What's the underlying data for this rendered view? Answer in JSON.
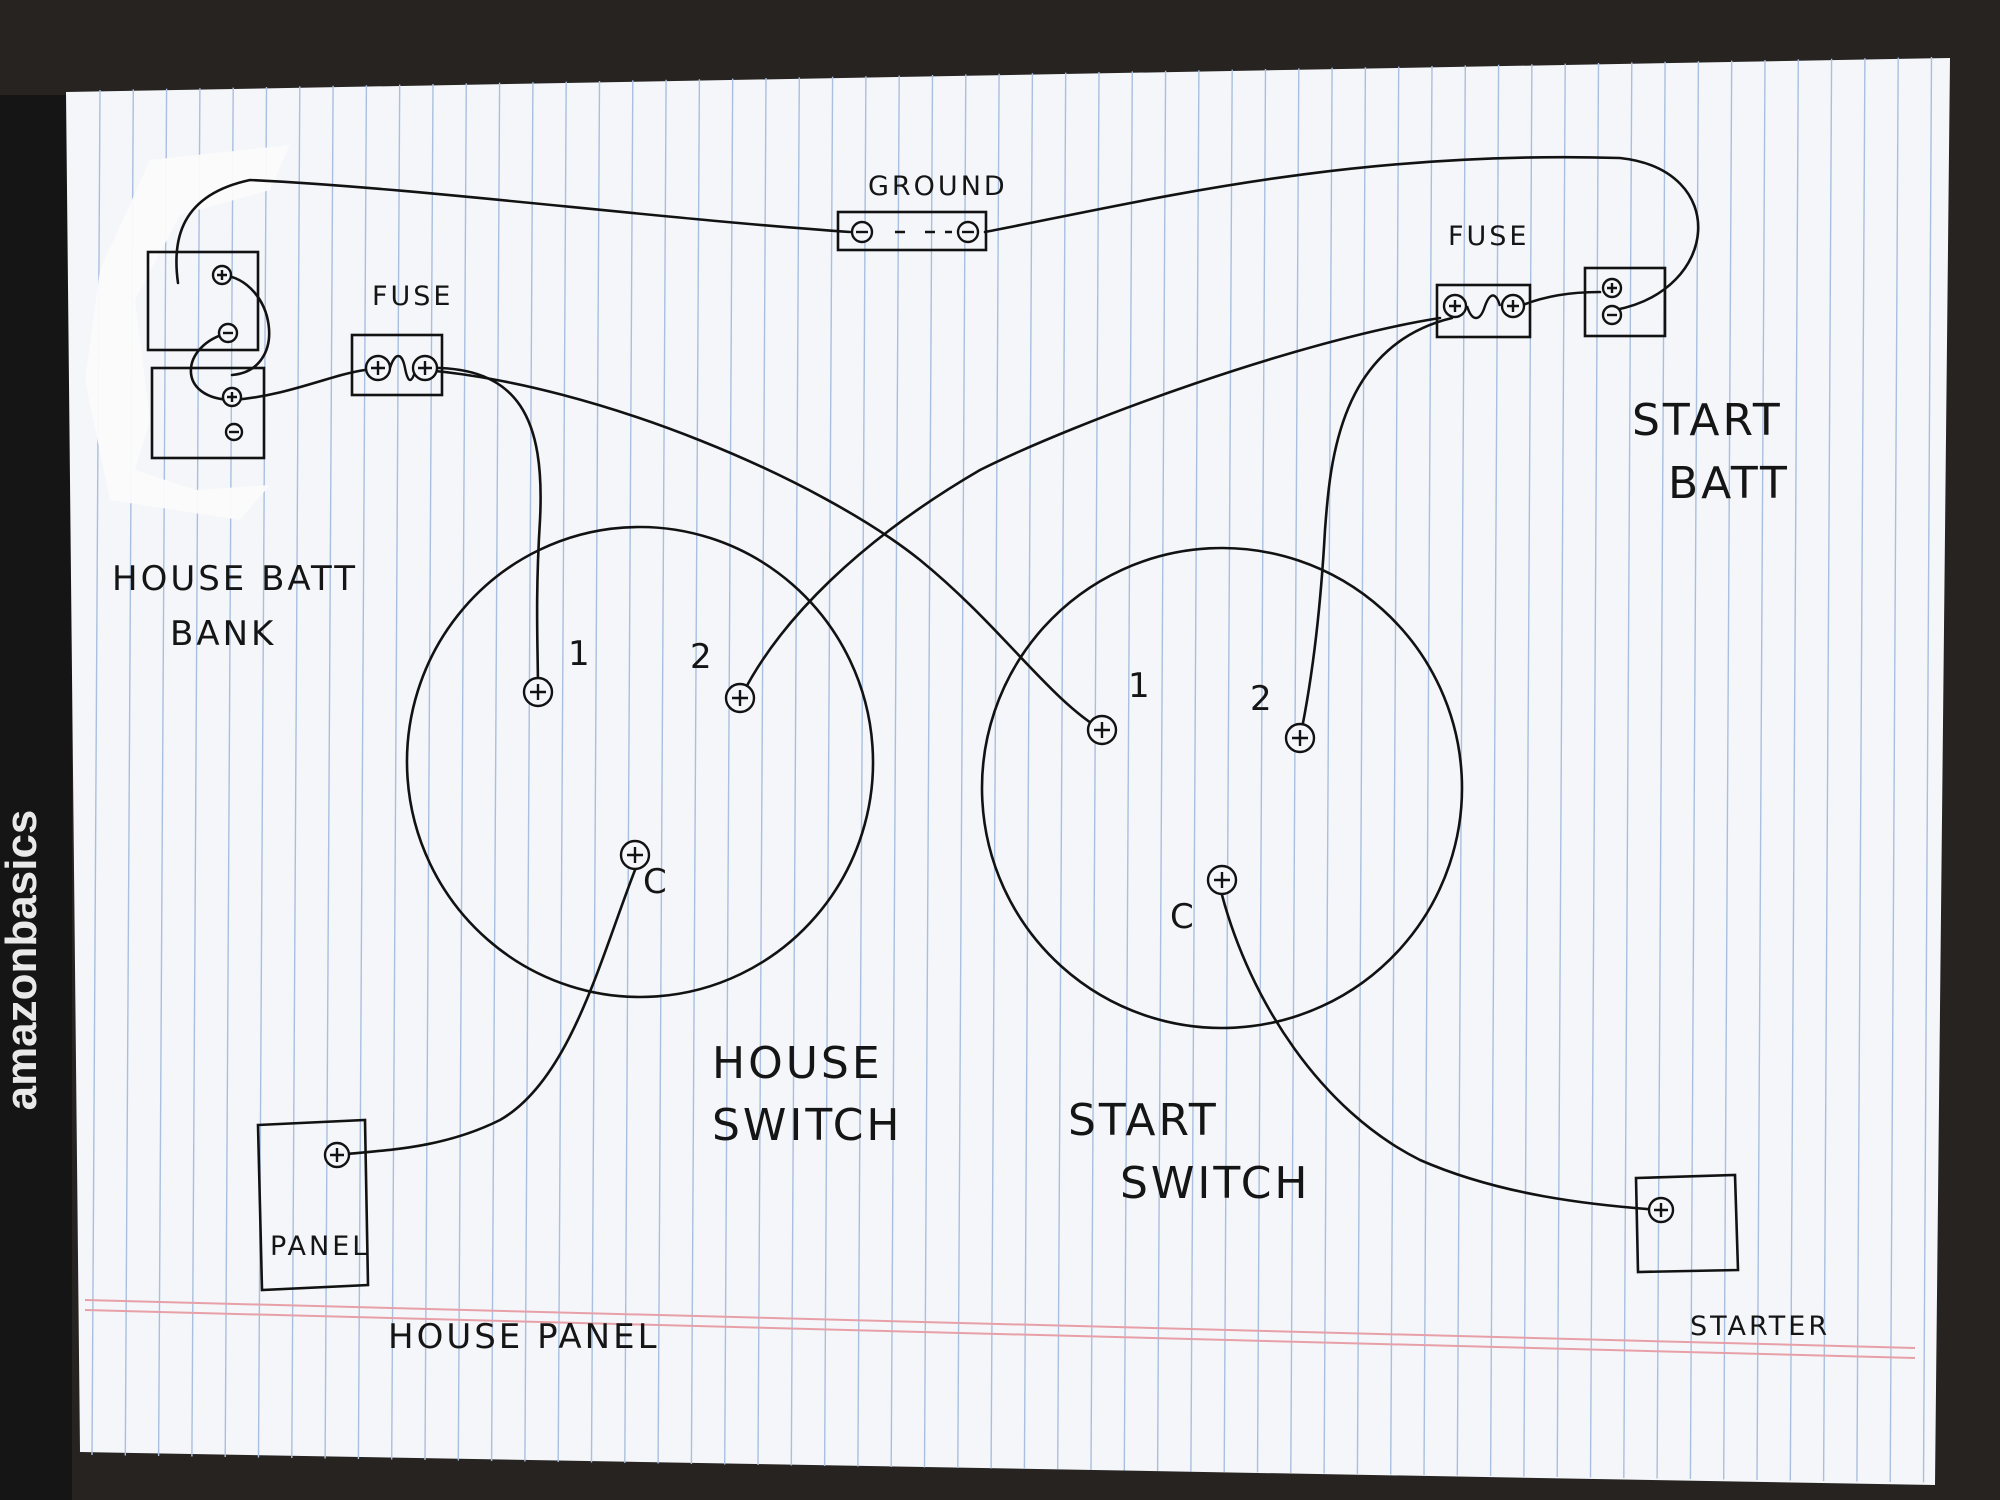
{
  "brand": {
    "text": "amazonbasics"
  },
  "labels": {
    "ground": "GROUND",
    "fuse_left": "FUSE",
    "fuse_right": "FUSE",
    "house_batt_line1": "HOUSE BATT",
    "house_batt_line2": "BANK",
    "start_batt_line1": "START",
    "start_batt_line2": "BATT",
    "house_switch_line1": "HOUSE",
    "house_switch_line2": "SWITCH",
    "start_switch_line1": "START",
    "start_switch_line2": "SWITCH",
    "panel_box": "PANEL",
    "house_panel": "HOUSE PANEL",
    "starter": "STARTER",
    "house_switch_t1": "1",
    "house_switch_t2": "2",
    "house_switch_tc": "C",
    "start_switch_t1": "1",
    "start_switch_t2": "2",
    "start_switch_tc": "C"
  },
  "colors": {
    "paper": "#f4f6fa",
    "ruled_line": "#a9bfe0",
    "margin_line": "#e8a0a8",
    "ink": "#121212",
    "background": "#262321",
    "tape": "#fbfbfb"
  }
}
